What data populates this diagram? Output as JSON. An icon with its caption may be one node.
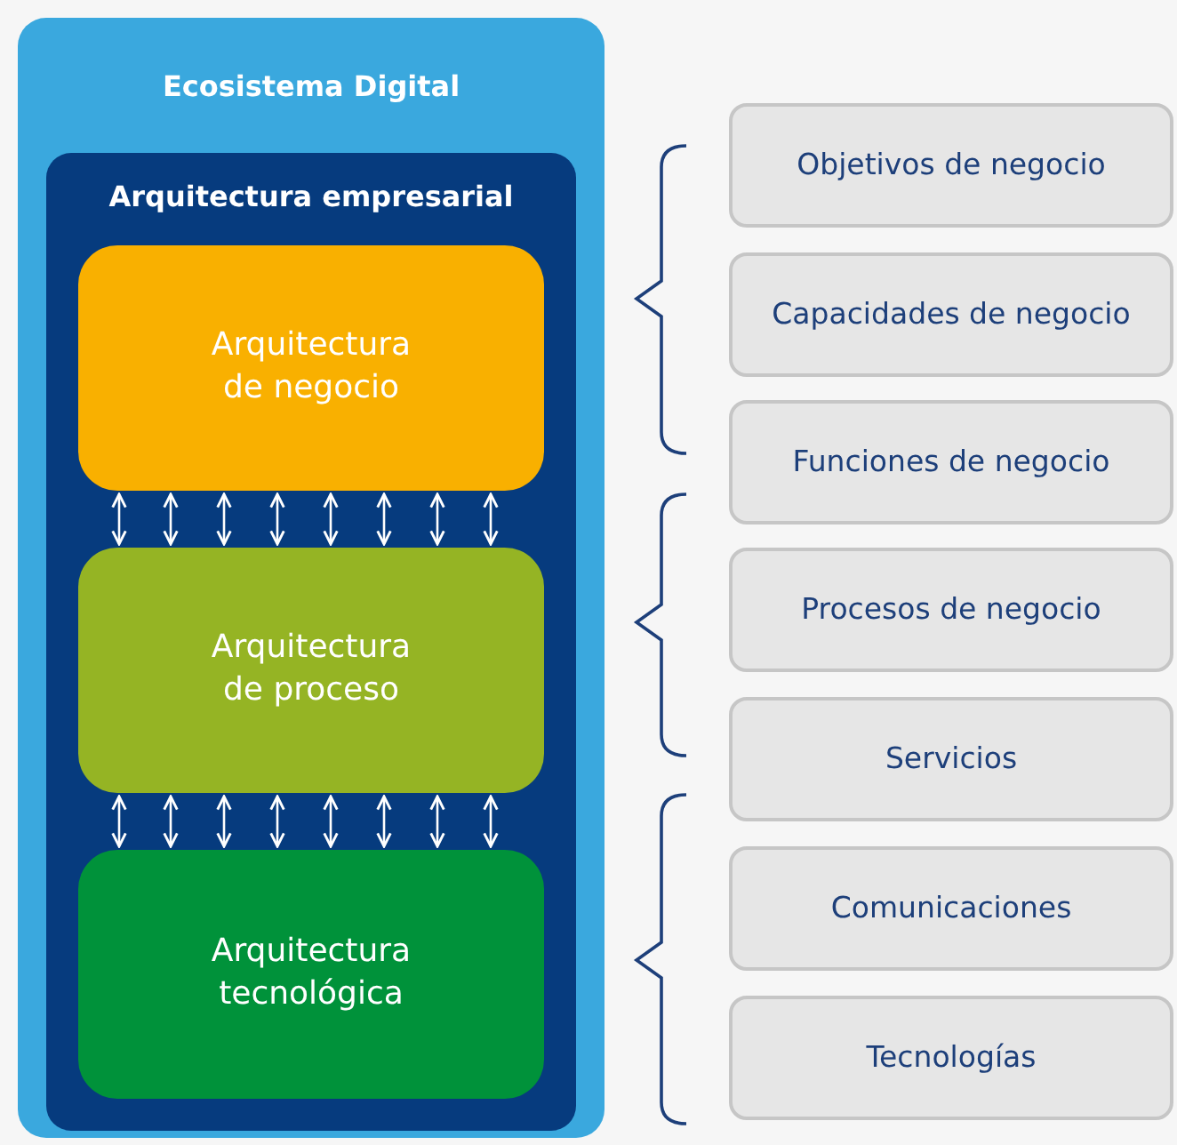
{
  "diagram": {
    "nodes": [
      {
        "text": [
          "Ecosistema Digital"
        ]
      },
      {
        "text": [
          "Arquitectura empresarial"
        ],
        "in": 0
      },
      {
        "text": [
          "Arquitectura de negocio"
        ],
        "in": 1
      },
      {
        "text": [
          "Arquitectura de proceso"
        ],
        "in": 1
      },
      {
        "text": [
          "Arquitectura tecnológica"
        ],
        "in": 1
      },
      {
        "text": [
          "Objetivos de negocio"
        ]
      },
      {
        "text": [
          "Capacidades de negocio"
        ]
      },
      {
        "text": [
          "Funciones de negocio"
        ]
      },
      {
        "text": [
          "Procesos de negocio"
        ]
      },
      {
        "text": [
          "Servicios"
        ]
      },
      {
        "text": [
          "Comunicaciones"
        ]
      },
      {
        "text": [
          "Tecnologías"
        ]
      }
    ],
    "edges": [
      {
        "from": 2,
        "to": 3,
        "arrow": "both"
      },
      {
        "from": 2,
        "to": 3,
        "arrow": "both"
      },
      {
        "from": 2,
        "to": 3,
        "arrow": "both"
      },
      {
        "from": 2,
        "to": 3,
        "arrow": "both"
      },
      {
        "from": 2,
        "to": 3,
        "arrow": "both"
      },
      {
        "from": 2,
        "to": 3,
        "arrow": "both"
      },
      {
        "from": 2,
        "to": 3,
        "arrow": "both"
      },
      {
        "from": 2,
        "to": 3,
        "arrow": "both"
      },
      {
        "from": 3,
        "to": 4,
        "arrow": "both"
      },
      {
        "from": 3,
        "to": 4,
        "arrow": "both"
      },
      {
        "from": 3,
        "to": 4,
        "arrow": "both"
      },
      {
        "from": 3,
        "to": 4,
        "arrow": "both"
      },
      {
        "from": 3,
        "to": 4,
        "arrow": "both"
      },
      {
        "from": 3,
        "to": 4,
        "arrow": "both"
      },
      {
        "from": 3,
        "to": 4,
        "arrow": "both"
      },
      {
        "from": 3,
        "to": 4,
        "arrow": "both"
      }
    ]
  }
}
